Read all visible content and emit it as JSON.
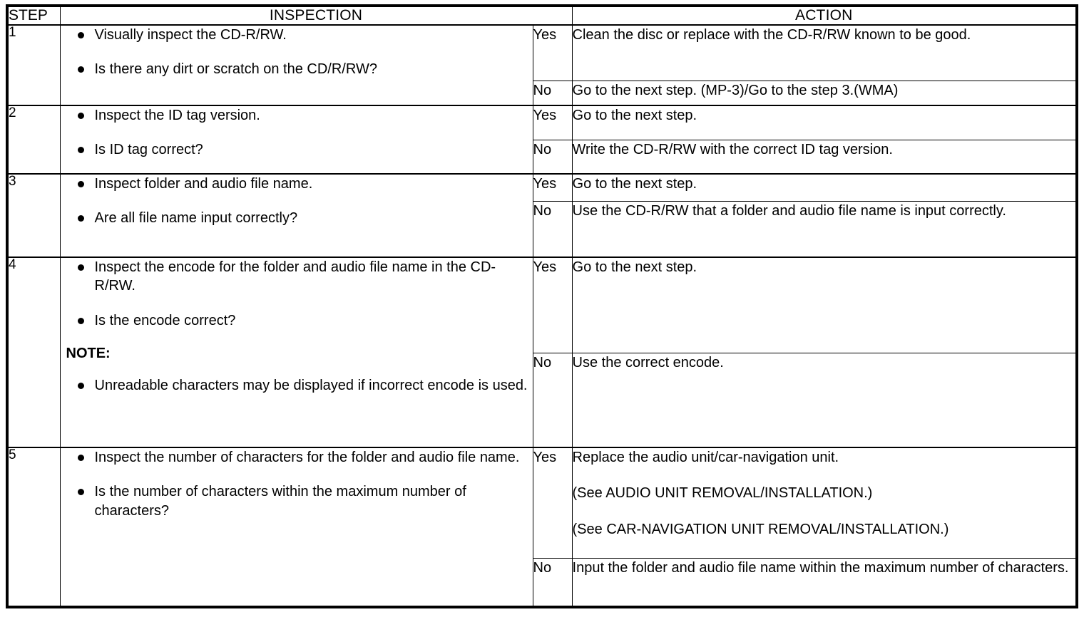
{
  "document": {
    "title": "CD-R/RW Audio File Troubleshooting Inspection Table",
    "type": "inspection-flow-table"
  },
  "table": {
    "headers": {
      "step": "STEP",
      "inspection": "INSPECTION",
      "action": "ACTION"
    },
    "labels": {
      "yes": "Yes",
      "no": "No",
      "note": "NOTE:"
    },
    "rows": [
      {
        "step": "1",
        "inspection_bullets": [
          "Visually inspect the CD-R/RW.",
          "Is there any dirt or scratch on the CD/R/RW?"
        ],
        "note_label": "",
        "note_bullets": [],
        "yes": {
          "label": "Yes",
          "paragraphs": [
            "Clean the disc or replace with the CD-R/RW known to be good."
          ]
        },
        "no": {
          "label": "No",
          "paragraphs": [
            "Go to the next step. (MP-3)/Go to the step 3.(WMA)"
          ]
        }
      },
      {
        "step": "2",
        "inspection_bullets": [
          "Inspect the ID tag version.",
          "Is ID tag correct?"
        ],
        "note_label": "",
        "note_bullets": [],
        "yes": {
          "label": "Yes",
          "paragraphs": [
            "Go to the next step."
          ]
        },
        "no": {
          "label": "No",
          "paragraphs": [
            "Write the CD-R/RW with the correct ID tag version."
          ]
        }
      },
      {
        "step": "3",
        "inspection_bullets": [
          "Inspect folder and audio file name.",
          "Are all file name input correctly?"
        ],
        "note_label": "",
        "note_bullets": [],
        "yes": {
          "label": "Yes",
          "paragraphs": [
            "Go to the next step."
          ]
        },
        "no": {
          "label": "No",
          "paragraphs": [
            "Use the CD-R/RW that a folder and audio file name is input correctly."
          ]
        }
      },
      {
        "step": "4",
        "inspection_bullets": [
          "Inspect the encode for the folder and audio file name in the CD-R/RW.",
          "Is the encode correct?"
        ],
        "note_label": "NOTE:",
        "note_bullets": [
          "Unreadable characters may be displayed if incorrect encode is used."
        ],
        "yes": {
          "label": "Yes",
          "paragraphs": [
            "Go to the next step."
          ]
        },
        "no": {
          "label": "No",
          "paragraphs": [
            "Use the correct encode."
          ]
        }
      },
      {
        "step": "5",
        "inspection_bullets": [
          "Inspect the number of characters for the folder and audio file name.",
          "Is the number of characters within the maximum number of characters?"
        ],
        "note_label": "",
        "note_bullets": [],
        "yes": {
          "label": "Yes",
          "paragraphs": [
            "Replace the audio unit/car-navigation unit.",
            "(See AUDIO UNIT REMOVAL/INSTALLATION.)",
            "(See CAR-NAVIGATION UNIT REMOVAL/INSTALLATION.)"
          ]
        },
        "no": {
          "label": "No",
          "paragraphs": [
            "Input the folder and audio file name within the maximum number of characters."
          ]
        }
      }
    ]
  },
  "colors": {
    "border": "#000000",
    "text": "#000000",
    "background": "#ffffff"
  }
}
